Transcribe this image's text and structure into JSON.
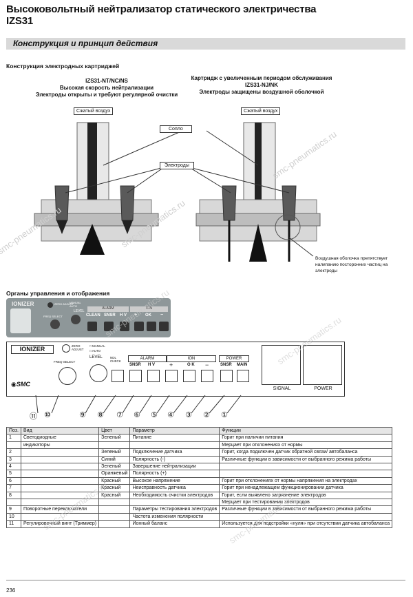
{
  "header": {
    "title_line1": "Высоковольтный нейтрализатор статического электричества",
    "title_line2": "IZS31"
  },
  "section": {
    "title": "Конструкция и принцип действия"
  },
  "cartridges": {
    "heading": "Конструкция электродных картриджей",
    "left": {
      "model": "IZS31-NT/NC/NS",
      "line2": "Высокая скорость нейтрализации",
      "line3": "Электроды открыты и требуют регулярной очистки"
    },
    "right": {
      "line1": "Картридж с увеличенным периодом обслуживания",
      "model": "IZS31-NJ/NK",
      "line3": "Электроды защищены воздушной оболочкой"
    },
    "labels": {
      "air_left": "Сжатый воздух",
      "air_right": "Сжатый воздух",
      "nozzle": "Сопло",
      "electrodes": "Электроды",
      "air_sheath_note": "Воздушная оболочка препятствует налипанию посторонних частиц на электроды"
    }
  },
  "controls": {
    "heading": "Органы управления и отображения",
    "photo_panel": {
      "brand": "IONIZER",
      "zero_adjust": "ZERO ADJUST",
      "manual": "MANUAL",
      "auto": "AUTO",
      "level": "LEVEL",
      "freq_select": "FREQ SELECT",
      "alarm": "ALARM",
      "ion": "ION",
      "btn_clean": "CLEAN",
      "btn_snsr": "SNSR",
      "btn_hv": "H V",
      "btn_plus": "+",
      "btn_ok": "OK",
      "btn_minus": "−"
    },
    "drawing": {
      "brand": "IONIZER",
      "logo": "SMC",
      "zero_adjust": "ZERO ADJUST",
      "manual": "MANUAL",
      "auto": "AUTO",
      "level": "LEVEL",
      "freq_select": "FREQ SELECT",
      "alarm": "ALARM",
      "ion": "ION",
      "power": "POWER",
      "ndl_check": "NDL CHECK",
      "snsr": "SNSR",
      "hv": "H V",
      "plus": "+",
      "ok": "O K",
      "minus": "−",
      "snsr2": "SNSR",
      "main": "MAIN",
      "signal": "SIGNAL",
      "power_port": "POWER",
      "callouts": [
        "⑪",
        "⑩",
        "⑨",
        "⑧",
        "⑦",
        "⑥",
        "⑤",
        "④",
        "③",
        "②",
        "①"
      ]
    }
  },
  "table": {
    "headers": [
      "Поз.",
      "Вид",
      "Цвет",
      "Параметр",
      "Функции"
    ],
    "rows": [
      [
        "1",
        "Светодиодные",
        "Зеленый",
        "Питание",
        "Горит при наличии питания"
      ],
      [
        "",
        "индикаторы",
        "",
        "",
        "Мерцает при отклонениях от нормы"
      ],
      [
        "2",
        "",
        "Зеленый",
        "Подключение датчика",
        "Горит, когда подключен датчик обратной связи/ автобаланса"
      ],
      [
        "3",
        "",
        "Синий",
        "Полярность (-)",
        "Различные функции в зависимости от выбранного режима работы"
      ],
      [
        "4",
        "",
        "Зеленый",
        "Завершение нейтрализации",
        ""
      ],
      [
        "5",
        "",
        "Оранжевый",
        "Полярность (+)",
        ""
      ],
      [
        "6",
        "",
        "Красный",
        "Высокое напряжение",
        "Горит при отклонениях от нормы напряжения на электродах"
      ],
      [
        "7",
        "",
        "Красный",
        "Неисправность датчика",
        "Горит при ненадлежащем функционировании датчика"
      ],
      [
        "8",
        "",
        "Красный",
        "Необходимость очистки электродов",
        "Горит, если выявлено загрязнение электродов"
      ],
      [
        "",
        "",
        "",
        "",
        "Мерцает при тестировании электродов"
      ],
      [
        "9",
        "Поворотные переключатели",
        "",
        "Параметры тестирования электродов",
        "Различные функции в зависимости от выбранного режима работы"
      ],
      [
        "10",
        "",
        "",
        "Частота изменения полярности",
        ""
      ],
      [
        "11",
        "Регулировочный винт (Триммер)",
        "",
        "Ионный баланс",
        "Используется для подстройки «нуля» при отсутствии датчика автобаланса"
      ]
    ]
  },
  "footer": {
    "page": "236"
  },
  "watermark": "smc-pneumatics.ru"
}
